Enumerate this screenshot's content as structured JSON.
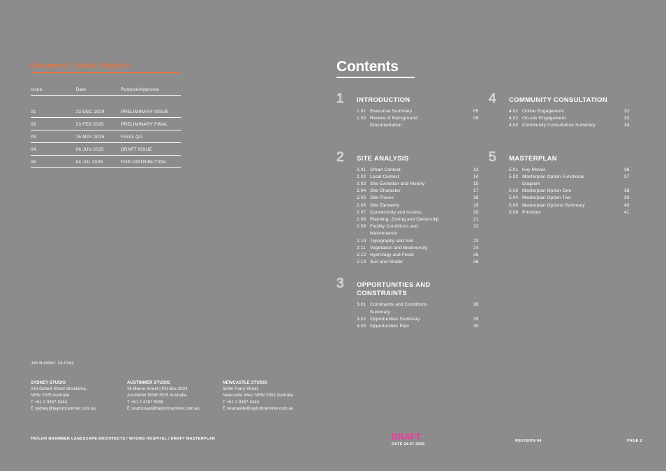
{
  "document": {
    "background_color": "#8c8c8c",
    "accent_color": "#e8733d",
    "draft_color": "#ff2ea6"
  },
  "register": {
    "title": "Document / Status Register",
    "columns": [
      "Issue",
      "Date",
      "Purpose/Approval"
    ],
    "rows": [
      {
        "issue": "01",
        "date": "23 DEC 2024",
        "purpose": "PRELIMINARY ISSUE"
      },
      {
        "issue": "02",
        "date": "23 FEB 2025",
        "purpose": "PRELIMINARY FINAL"
      },
      {
        "issue": "03",
        "date": "15 MAY 2025",
        "purpose": "FINAL QA"
      },
      {
        "issue": "04",
        "date": "06 JUN 2025",
        "purpose": "DRAFT ISSUE"
      },
      {
        "issue": "05",
        "date": "04 JUL 2025",
        "purpose": "FOR DISTRIBUTION"
      }
    ]
  },
  "job_number": "Job Number: 24-034a",
  "studios": [
    {
      "name": "SYDNEY STUDIO",
      "line1": "218 Oxford Street Woollahra,",
      "line2": "NSW 2025 Australia",
      "line3": "T +61 2 9387 8344",
      "line4": "E sydney@taylorbrammer.com.au"
    },
    {
      "name": "AUSTINMER STUDIO",
      "line1": "26 Moore Street | PO Box 3034",
      "line2": "Austinmer NSW 2515 Australia",
      "line3": "T +61 2 4267 5088",
      "line4": "E southcoast@taylorbrammer.com.au"
    },
    {
      "name": "NEWCASTLE STUDIO",
      "line1": "50/60 Parry Street",
      "line2": "Newcastle West NSW 2302 Australia",
      "line3": "T +61 2 9387 8344",
      "line4": "E newcastle@taylorbrammer.com.au"
    }
  ],
  "contents": {
    "heading": "Contents",
    "sections": [
      {
        "number": "1",
        "title": "INTRODUCTION",
        "items": [
          {
            "num": "1.01",
            "label": "Executive Summary",
            "page": "05"
          },
          {
            "num": "1.02",
            "label": "Review of Background",
            "page": "06"
          },
          {
            "num": "",
            "label": "Documentation",
            "page": "",
            "continuation": true
          }
        ]
      },
      {
        "number": "2",
        "title": "SITE ANALYSIS",
        "items": [
          {
            "num": "2.01",
            "label": "Urban Context",
            "page": "13"
          },
          {
            "num": "2.02",
            "label": "Local Context",
            "page": "14"
          },
          {
            "num": "2.03",
            "label": "Site Evolution and History",
            "page": "15"
          },
          {
            "num": "2.04",
            "label": "Site Character",
            "page": "17"
          },
          {
            "num": "2.05",
            "label": "Site Fluxes",
            "page": "18"
          },
          {
            "num": "2.06",
            "label": "Site Elements",
            "page": "19"
          },
          {
            "num": "2.07",
            "label": "Connectivity and Access",
            "page": "20"
          },
          {
            "num": "2.08",
            "label": "Planning, Zoning and Ownership",
            "page": "21"
          },
          {
            "num": "2.09",
            "label": "Facility Conditions and",
            "page": "22"
          },
          {
            "num": "",
            "label": "Maintenance",
            "page": "",
            "continuation": true
          },
          {
            "num": "2.10",
            "label": "Topography and Soil",
            "page": "23"
          },
          {
            "num": "2.11",
            "label": "Vegetation and Biodiversity",
            "page": "24"
          },
          {
            "num": "2.12",
            "label": "Hydrology and Flood",
            "page": "25"
          },
          {
            "num": "2.13",
            "label": "Sun and Shade",
            "page": "26"
          }
        ]
      },
      {
        "number": "3",
        "title": "OPPORTUNITIES AND CONSTRAINTS",
        "items": [
          {
            "num": "3.01",
            "label": "Constraints and Conditions",
            "page": "28"
          },
          {
            "num": "",
            "label": "Summary",
            "page": "",
            "continuation": true
          },
          {
            "num": "3.02",
            "label": "Opportunities Summary",
            "page": "29"
          },
          {
            "num": "3.03",
            "label": "Opportunities Plan",
            "page": "30"
          }
        ]
      },
      {
        "number": "4",
        "title": "COMMUNITY CONSULTATION",
        "items": [
          {
            "num": "4.01",
            "label": "Online Engagement",
            "page": "32"
          },
          {
            "num": "4.02",
            "label": "On-site Engagement",
            "page": "33"
          },
          {
            "num": "4.03",
            "label": "Community Consultation Summary",
            "page": "34"
          }
        ]
      },
      {
        "number": "5",
        "title": "MASTERPLAN",
        "items": [
          {
            "num": "5.01",
            "label": "Key Moves",
            "page": "36"
          },
          {
            "num": "5.02",
            "label": "Masterplan Option Functional",
            "page": "37"
          },
          {
            "num": "",
            "label": "Diagram",
            "page": "",
            "continuation": true
          },
          {
            "num": "5.03",
            "label": "Masterplan Option One",
            "page": "38"
          },
          {
            "num": "5.04",
            "label": "Masterplan Option Two",
            "page": "39"
          },
          {
            "num": "5.05",
            "label": "Masterplan Options Summary",
            "page": "40"
          },
          {
            "num": "5.06",
            "label": "Priorities",
            "page": "41"
          }
        ]
      }
    ]
  },
  "footer": {
    "left": "TAYLOR BRAMMER LANDSCAPE ARCHITECTS / WYONG HOSPITAL / DRAFT MASTERPLAN",
    "draft_label": "DRAFT",
    "draft_date": "DATE 04.07.2025",
    "revision": "REVISION 04",
    "page": "PAGE 2"
  }
}
